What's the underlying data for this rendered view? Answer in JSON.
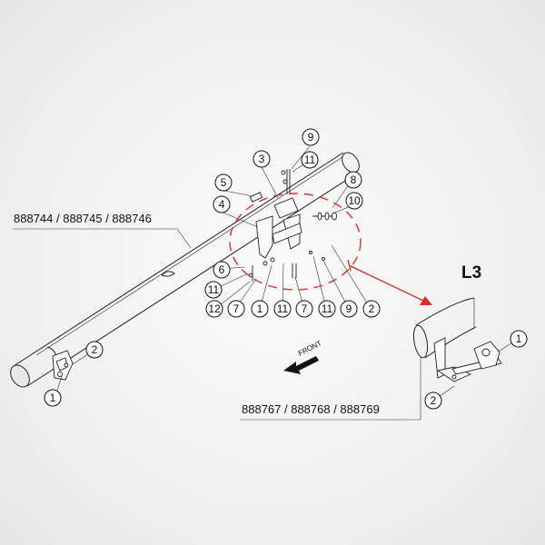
{
  "drawing": {
    "main_part_numbers": "888744 / 888745 / 888746",
    "variant_part_numbers": "888767 / 888768 / 888769",
    "variant_label": "L3",
    "direction_label": "FRONT"
  },
  "callouts": [
    "9",
    "11",
    "3",
    "5",
    "8",
    "4",
    "10",
    "6",
    "11",
    "12",
    "7",
    "1",
    "11",
    "7",
    "11",
    "9",
    "2",
    "2",
    "1",
    "1",
    "2"
  ],
  "colors": {
    "line": "#111111",
    "detail_circle": "#d8312c",
    "background": "#f1f1f1"
  }
}
